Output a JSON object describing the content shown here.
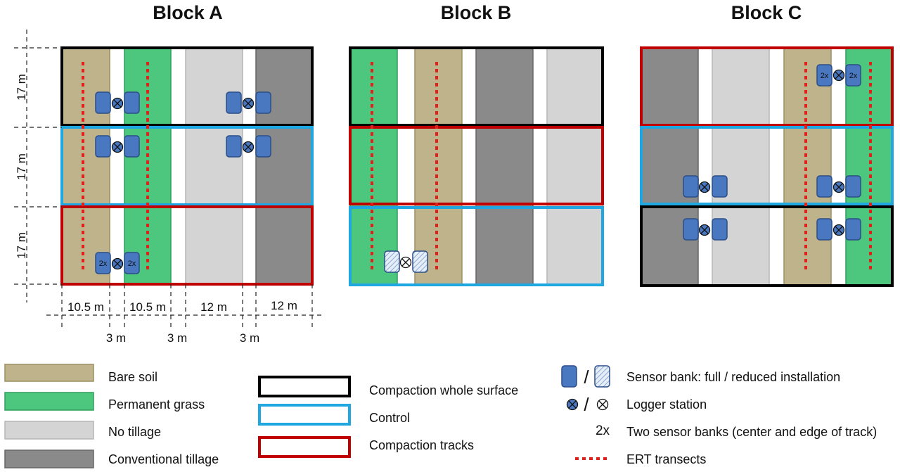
{
  "colors": {
    "bare_soil": "#bfb38c",
    "bare_soil_edge": "#9c8f62",
    "permanent_grass": "#4ec77e",
    "permanent_grass_edge": "#2e9e5a",
    "no_tillage": "#d4d4d4",
    "no_tillage_edge": "#b5b5b5",
    "conventional_tillage": "#8a8a8a",
    "conventional_tillage_edge": "#666666",
    "compaction_whole_surface": "#000000",
    "control": "#1ea7e0",
    "compaction_tracks": "#c00000",
    "sensor_bank": "#4a78c0",
    "sensor_bank_edge": "#2a4d88",
    "ert": "#e0201c"
  },
  "blocks": [
    {
      "title": "Block A",
      "strip_order": [
        "bare_soil",
        "permanent_grass",
        "no_tillage",
        "conventional_tillage"
      ],
      "row_treatments": [
        "compaction_whole_surface",
        "control",
        "compaction_tracks"
      ]
    },
    {
      "title": "Block B",
      "strip_order": [
        "permanent_grass",
        "bare_soil",
        "conventional_tillage",
        "no_tillage"
      ],
      "row_treatments": [
        "compaction_whole_surface",
        "compaction_tracks",
        "control"
      ]
    },
    {
      "title": "Block C",
      "strip_order": [
        "conventional_tillage",
        "no_tillage",
        "bare_soil",
        "permanent_grass"
      ],
      "row_treatments": [
        "compaction_tracks",
        "control",
        "compaction_whole_surface"
      ]
    }
  ],
  "dimensions": {
    "row_height_labels": [
      "17 m",
      "17 m",
      "17 m"
    ],
    "strip_width_labels": [
      "10.5 m",
      "10.5 m",
      "12 m",
      "12 m"
    ],
    "gap_labels": [
      "3 m",
      "3 m",
      "3 m"
    ]
  },
  "sensor_labels": {
    "two_banks": "2x"
  },
  "legend": {
    "surface": [
      {
        "key": "bare_soil",
        "label": "Bare soil"
      },
      {
        "key": "permanent_grass",
        "label": "Permanent grass"
      },
      {
        "key": "no_tillage",
        "label": "No tillage"
      },
      {
        "key": "conventional_tillage",
        "label": "Conventional tillage"
      }
    ],
    "treatments": [
      {
        "key": "compaction_whole_surface",
        "label": "Compaction whole surface"
      },
      {
        "key": "control",
        "label": "Control"
      },
      {
        "key": "compaction_tracks",
        "label": "Compaction tracks"
      }
    ],
    "symbols": {
      "sensor_bank": "Sensor bank: full / reduced installation",
      "logger": "Logger station",
      "two_x_symbol": "2x",
      "two_x": "Two sensor banks (center and edge of track)",
      "ert": "ERT transects",
      "slash": "/"
    }
  }
}
